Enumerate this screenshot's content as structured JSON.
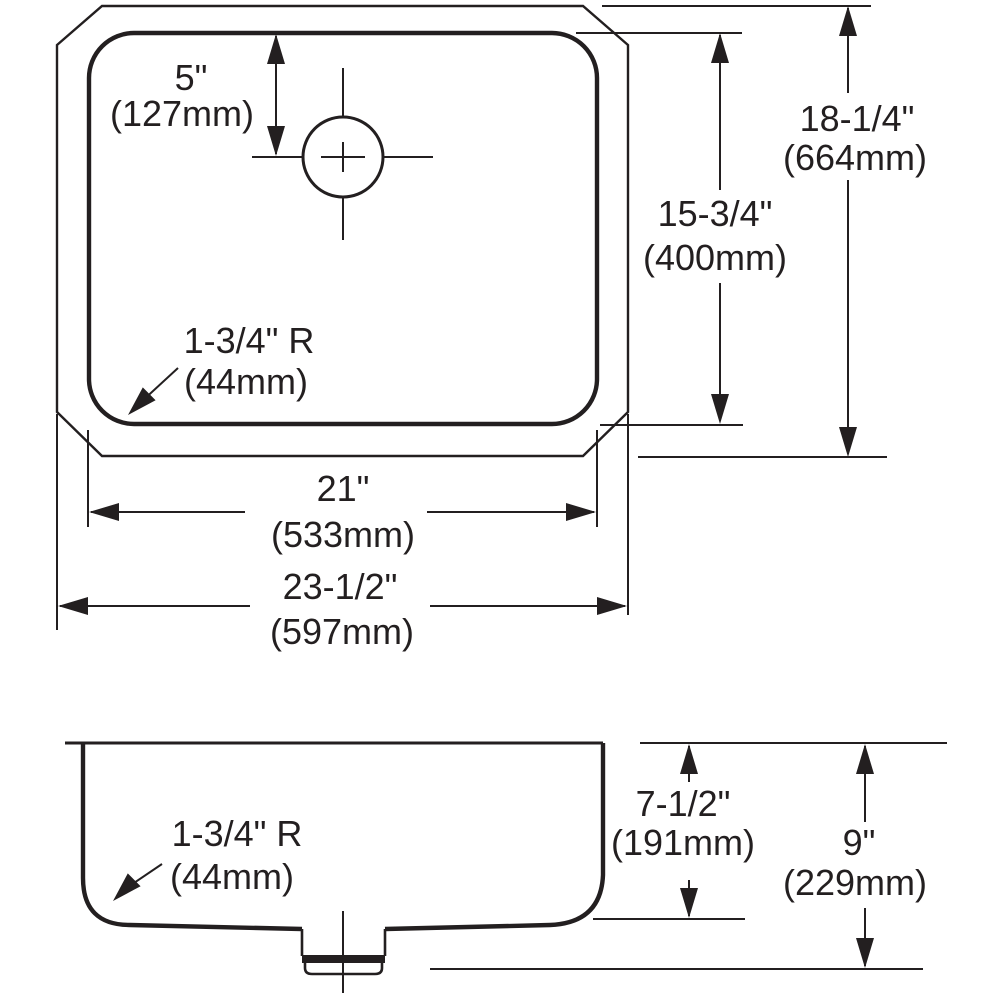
{
  "colors": {
    "line": "#231f20",
    "background": "#ffffff"
  },
  "top_view": {
    "hole_offset": {
      "in": "5\"",
      "mm": "(127mm)"
    },
    "corner_radius": {
      "in": "1-3/4\" R",
      "mm": "(44mm)"
    },
    "bowl_length": {
      "in": "15-3/4\"",
      "mm": "(400mm)"
    },
    "overall_length": {
      "in": "18-1/4\"",
      "mm": "(664mm)"
    },
    "bowl_width": {
      "in": "21\"",
      "mm": "(533mm)"
    },
    "overall_width": {
      "in": "23-1/2\"",
      "mm": "(597mm)"
    }
  },
  "side_view": {
    "corner_radius": {
      "in": "1-3/4\" R",
      "mm": "(44mm)"
    },
    "bowl_depth": {
      "in": "7-1/2\"",
      "mm": "(191mm)"
    },
    "overall_depth": {
      "in": "9\"",
      "mm": "(229mm)"
    }
  }
}
